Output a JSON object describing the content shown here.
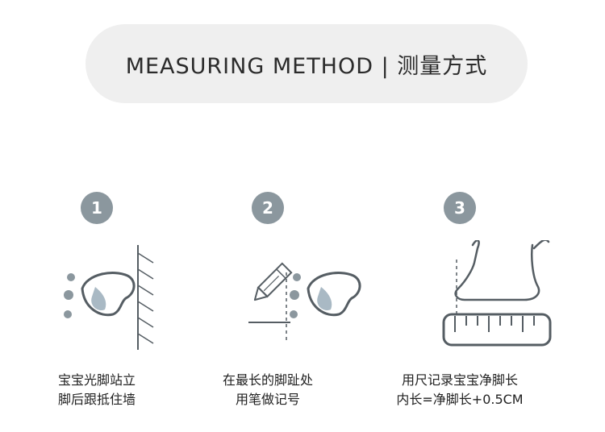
{
  "header": {
    "title": "MEASURING METHOD | 测量方式"
  },
  "steps": [
    {
      "number": "1",
      "line1": "宝宝光脚站立",
      "line2": "脚后跟抵住墙"
    },
    {
      "number": "2",
      "line1": "在最长的脚趾处",
      "line2": "用笔做记号"
    },
    {
      "number": "3",
      "line1": "用尺记录宝宝净脚长",
      "line2": "内长=净脚长+0.5CM"
    }
  ],
  "colors": {
    "badge": "#8b979e",
    "dot": "#8b979e",
    "drop": "#a9b9c4",
    "line": "#555d63"
  }
}
